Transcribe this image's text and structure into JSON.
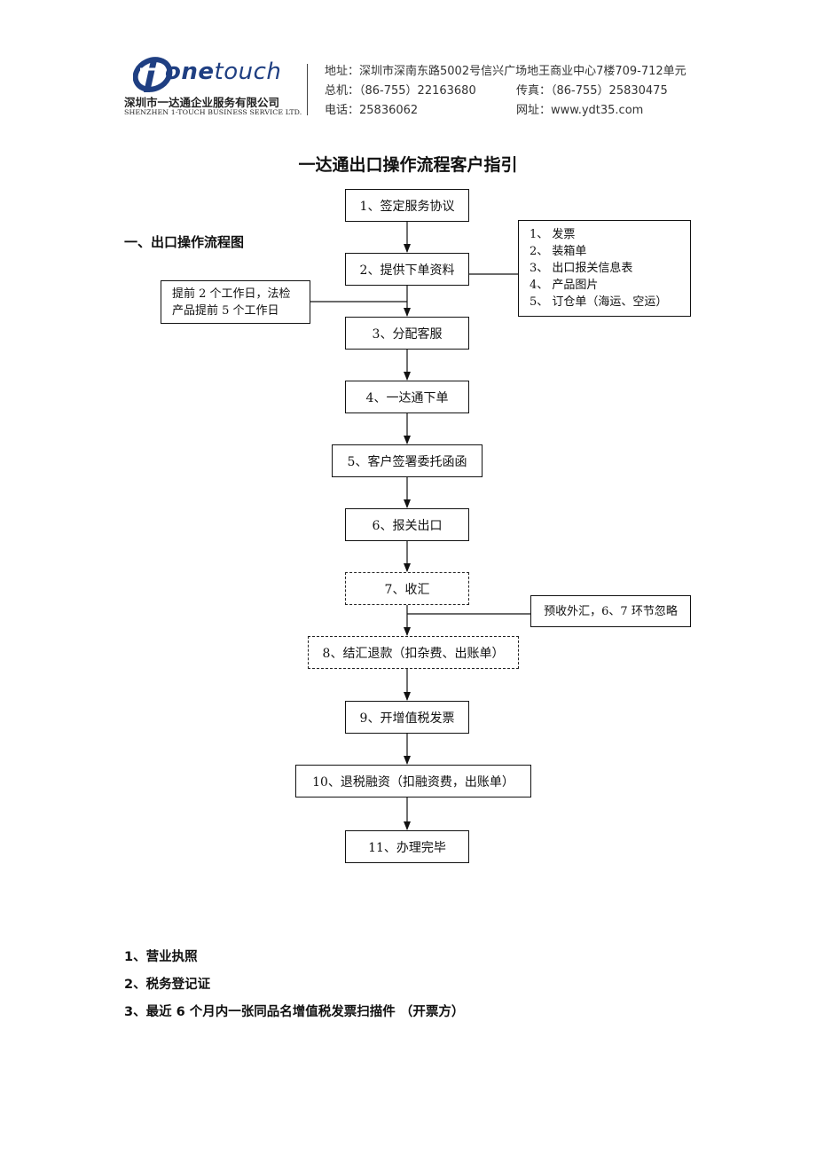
{
  "header": {
    "logo_word_1": "one",
    "logo_word_2": "touch",
    "company_cn": "深圳市一达通企业服务有限公司",
    "company_en": "SHENZHEN 1-TOUCH BUSINESS SERVICE LTD.",
    "address": "地址：深圳市深南东路5002号信兴广场地王商业中心7楼709-712单元",
    "switchboard": "总机：（86-755）22163680",
    "fax": "传真：（86-755）25830475",
    "phone": "电话：25836062",
    "website": "网址：www.ydt35.com",
    "brand_color": "#1f3f82"
  },
  "title": "一达通出口操作流程客户指引",
  "section_heading": "一、出口操作流程图",
  "flow": {
    "steps": [
      "1、签定服务协议",
      "2、提供下单资料",
      "3、分配客服",
      "4、一达通下单",
      "5、客户签署委托函函",
      "6、报关出口",
      "7、收汇",
      "8、结汇退款（扣杂费、出账单）",
      "9、开增值税发票",
      "10、退税融资（扣融资费，出账单）",
      "11、办理完毕"
    ],
    "dashed_steps": [
      7,
      8
    ],
    "documents_note": [
      "1、   发票",
      "2、   装箱单",
      "3、   出口报关信息表",
      "4、   产品图片",
      "5、   订仓单（海运、空运）"
    ],
    "timing_note": [
      "提前 2 个工作日，法检",
      "产品提前 5 个工作日"
    ],
    "advance_note": "预收外汇，6、7 环节忽略"
  },
  "requirements": [
    "1、营业执照",
    "2、税务登记证",
    "3、最近 6 个月内一张同品名增值税发票扫描件    （开票方）"
  ]
}
